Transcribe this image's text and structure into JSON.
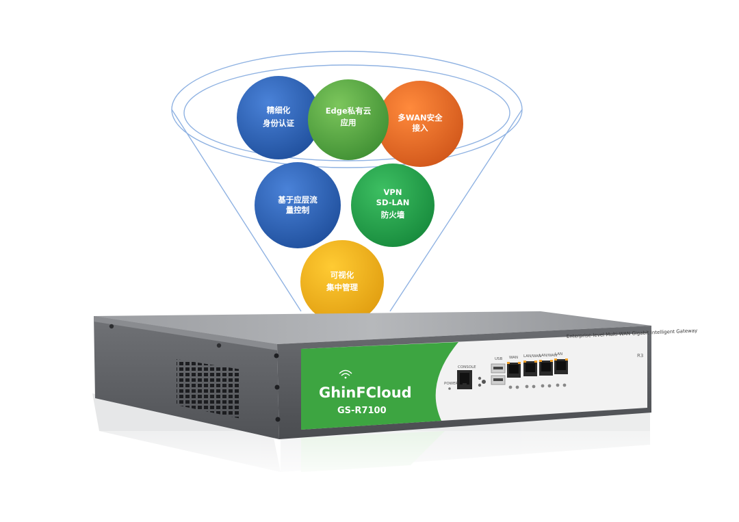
{
  "features": [
    {
      "id": "auth",
      "lines": [
        "精细化",
        "身份认证"
      ],
      "color": "#2f65b9"
    },
    {
      "id": "edge",
      "lines": [
        "Edge私有云",
        "应用"
      ],
      "color": "#58ad46"
    },
    {
      "id": "wan",
      "lines": [
        "多WAN安全",
        "接入"
      ],
      "color": "#e86a24"
    },
    {
      "id": "traffic",
      "lines": [
        "基于应层流",
        "量控制"
      ],
      "color": "#2f65b9"
    },
    {
      "id": "vpn",
      "lines": [
        "VPN",
        "SD-LAN",
        "防火墙"
      ],
      "color": "#20a14a"
    },
    {
      "id": "visual",
      "lines": [
        "可视化",
        "集中管理"
      ],
      "color": "#f2b319"
    }
  ],
  "device": {
    "brand": "GhinFCloud",
    "model": "GS-R7100",
    "top_label": "Enterprise-level Multi-WAN Gigabit Intelligent Gateway",
    "rack_label": "R3",
    "port_labels": {
      "power": "POWER",
      "console": "CONSOLE",
      "usb": "USB",
      "wan": "WAN",
      "lan1": "LAN/WAN",
      "lan2": "LAN/WAN",
      "lan3": "LAN"
    },
    "colors": {
      "brand_green": "#3da541",
      "chassis": "#5e6064",
      "port_orange": "#f0a028"
    }
  }
}
